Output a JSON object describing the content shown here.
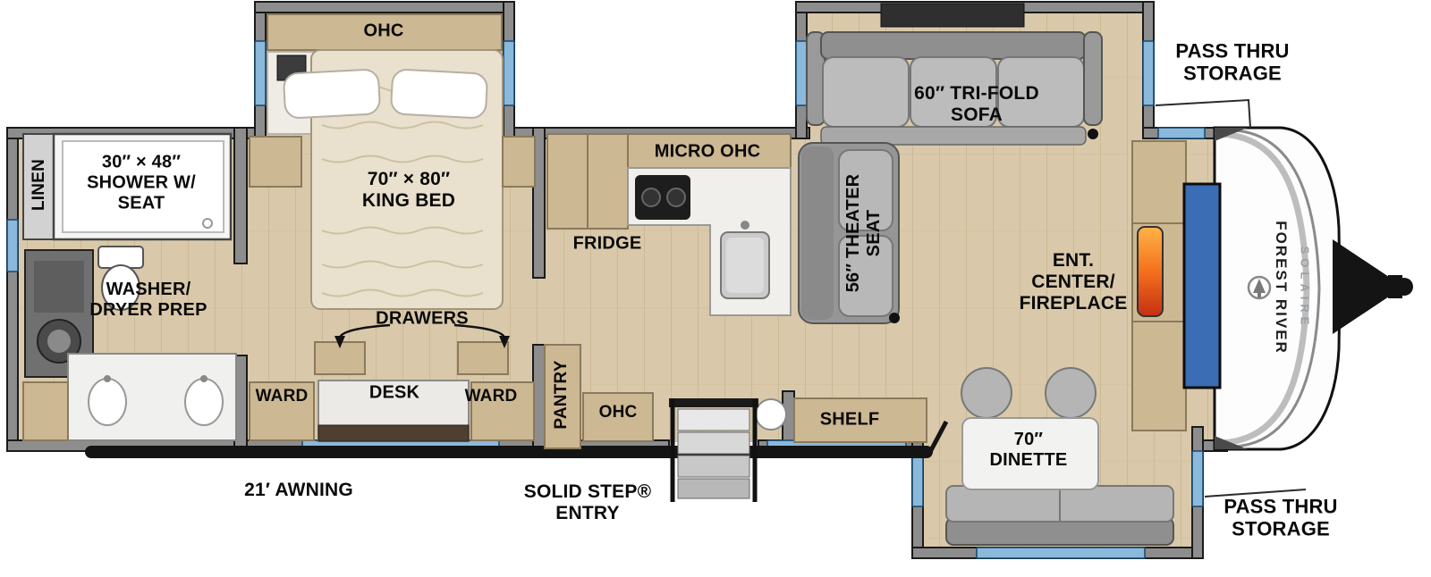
{
  "floorplan": {
    "brand": {
      "manufacturer": "FOREST RIVER",
      "model": "SOLAIRE"
    },
    "exterior": {
      "pass_thru_top": "PASS THRU\nSTORAGE",
      "pass_thru_bottom": "PASS THRU\nSTORAGE",
      "awning": "21′ AWNING",
      "entry": "SOLID STEP®\nENTRY"
    },
    "bathroom": {
      "linen": "LINEN",
      "shower": "30″ × 48″\nSHOWER W/\nSEAT",
      "washer_dryer": "WASHER/\nDRYER PREP"
    },
    "bedroom": {
      "ohc": "OHC",
      "bed": "70″ × 80″\nKING BED",
      "drawers": "DRAWERS",
      "ward_left": "WARD",
      "desk": "DESK",
      "ward_right": "WARD"
    },
    "kitchen": {
      "micro_ohc": "MICRO OHC",
      "fridge": "FRIDGE",
      "pantry": "PANTRY",
      "ohc": "OHC"
    },
    "living": {
      "sofa": "60″ TRI-FOLD\nSOFA",
      "theater_seat": "56″ THEATER\nSEAT",
      "ent_center": "ENT.\nCENTER/\nFIREPLACE",
      "shelf": "SHELF",
      "dinette": "70″\nDINETTE"
    },
    "colors": {
      "wall": "#8d8d8d",
      "floor": "#d9c9aa",
      "cabinet": "#cdb894",
      "window": "#8ab9dc",
      "fireplace": "#f3701e",
      "tv": "#3a6db3",
      "awning": "#141414"
    }
  }
}
